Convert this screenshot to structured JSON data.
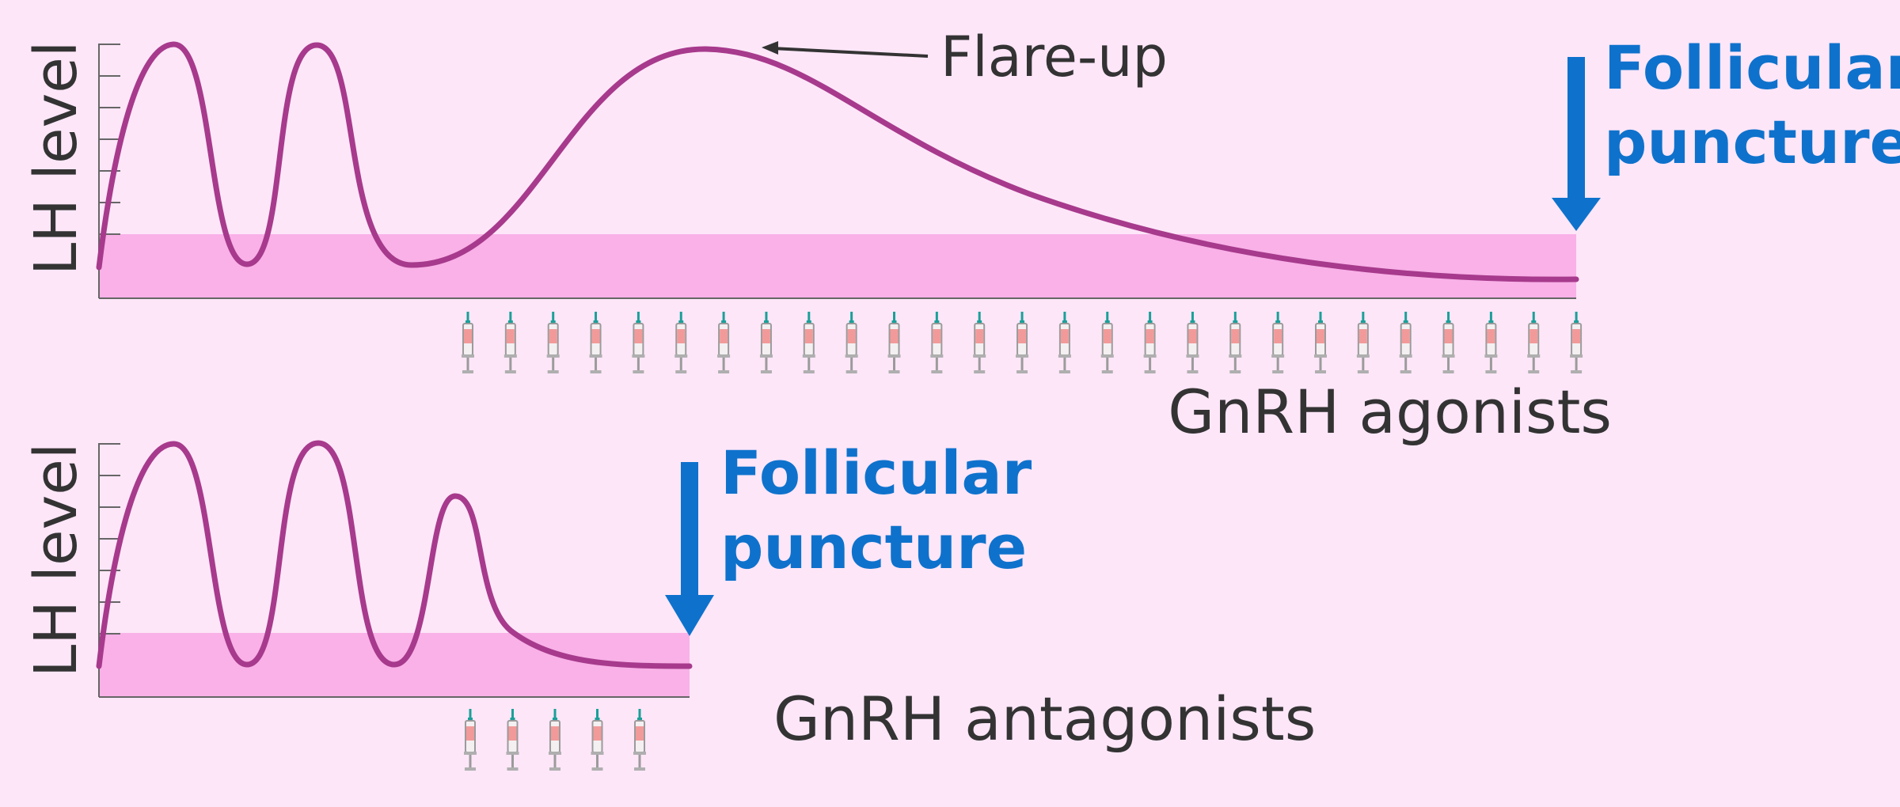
{
  "colors": {
    "background": "#FDE6F8",
    "band": "#F9B1E8",
    "curve": "#A73A8C",
    "arrow": "#0E72CC",
    "axis": "#666666",
    "text": "#333333",
    "syringe_needle": "#1AA098",
    "syringe_fill": "#F29A9A"
  },
  "top_chart": {
    "ylabel": "LH level",
    "annotation": "Flare-up",
    "puncture_line1": "Follicular",
    "puncture_line2": "puncture",
    "caption": "GnRH agonists",
    "syringe_count": 27
  },
  "bottom_chart": {
    "ylabel": "LH level",
    "puncture_line1": "Follicular",
    "puncture_line2": "puncture",
    "caption": "GnRH antagonists",
    "syringe_count": 5
  }
}
